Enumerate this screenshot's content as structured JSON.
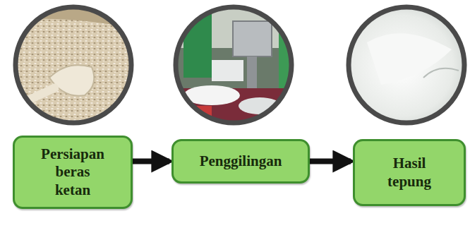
{
  "diagram": {
    "nodes": [
      {
        "text": [
          "Persiapan beras ketan"
        ]
      },
      {
        "text": [
          "Penggilingan"
        ]
      },
      {
        "text": [
          "Hasil tepung"
        ]
      }
    ],
    "edges": [
      {
        "from": 0,
        "to": 1,
        "arrow": "to"
      },
      {
        "from": 1,
        "to": 2,
        "arrow": "to"
      }
    ]
  }
}
